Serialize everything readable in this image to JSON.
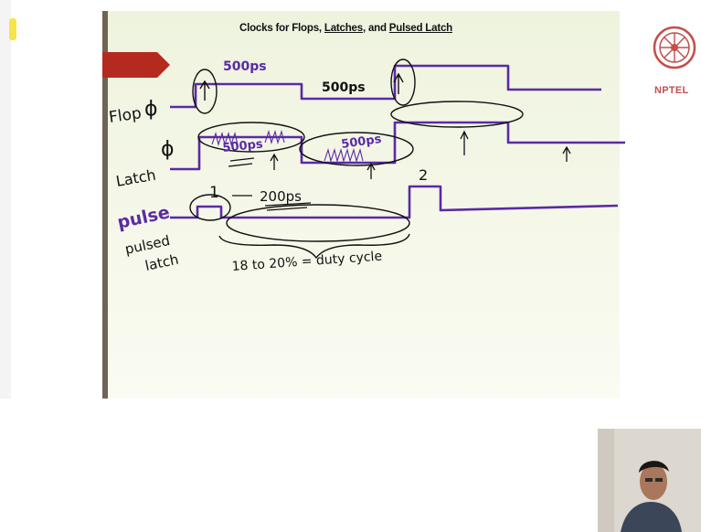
{
  "slide": {
    "title_part1": "Clocks for Flops, ",
    "title_part2": "Latches",
    "title_part3": ", and ",
    "title_part4": "Pulsed Latch"
  },
  "annotations": {
    "flop_label": "Flop",
    "phi_symbol": "ϕ",
    "latch_label": "Latch",
    "pulse_label": "pulse",
    "pulsed_latch_label_1": "pulsed",
    "pulsed_latch_label_2": "latch",
    "flop_width_1": "500ps",
    "flop_width_2": "500ps",
    "latch_width_1": "500ps",
    "latch_width_2": "500ps",
    "pulse_width": "200ps",
    "pulse_number_1": "1",
    "pulse_number_2": "2",
    "duty_cycle": "18 to 20% = duty cycle"
  },
  "branding": {
    "logo_text": "NPTEL"
  },
  "colors": {
    "waveform": "#5a2aa6",
    "ink": "#111111",
    "slide_bg": "#f1f5e3",
    "red_tab": "#b52a1e"
  }
}
